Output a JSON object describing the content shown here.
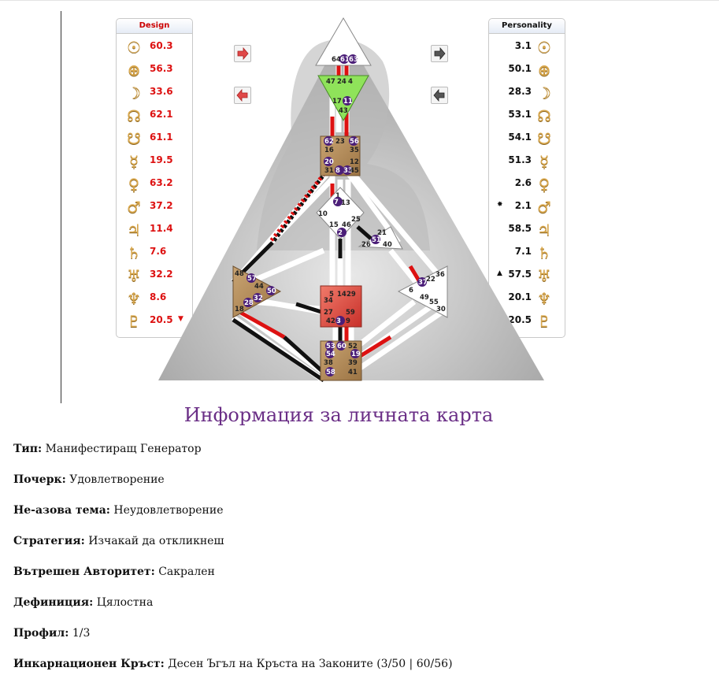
{
  "design": {
    "header": "Design",
    "rows": [
      {
        "planet": "sun-icon",
        "glyph": "☉",
        "value": "60.3",
        "mark": ""
      },
      {
        "planet": "earth-icon",
        "glyph": "⊕",
        "value": "56.3",
        "mark": ""
      },
      {
        "planet": "moon-icon",
        "glyph": "☽",
        "value": "33.6",
        "mark": ""
      },
      {
        "planet": "north-node-icon",
        "glyph": "☊",
        "value": "62.1",
        "mark": ""
      },
      {
        "planet": "south-node-icon",
        "glyph": "☋",
        "value": "61.1",
        "mark": ""
      },
      {
        "planet": "mercury-icon",
        "glyph": "☿",
        "value": "19.5",
        "mark": ""
      },
      {
        "planet": "venus-icon",
        "glyph": "♀",
        "value": "63.2",
        "mark": ""
      },
      {
        "planet": "mars-icon",
        "glyph": "♂",
        "value": "37.2",
        "mark": ""
      },
      {
        "planet": "jupiter-icon",
        "glyph": "♃",
        "value": "11.4",
        "mark": ""
      },
      {
        "planet": "saturn-icon",
        "glyph": "♄",
        "value": "7.6",
        "mark": ""
      },
      {
        "planet": "uranus-icon",
        "glyph": "♅",
        "value": "32.2",
        "mark": ""
      },
      {
        "planet": "neptune-icon",
        "glyph": "♆",
        "value": "8.6",
        "mark": ""
      },
      {
        "planet": "pluto-icon",
        "glyph": "♇",
        "value": "20.5",
        "mark": "▼"
      }
    ]
  },
  "personality": {
    "header": "Personality",
    "rows": [
      {
        "planet": "sun-icon",
        "glyph": "☉",
        "value": "3.1",
        "mark": ""
      },
      {
        "planet": "earth-icon",
        "glyph": "⊕",
        "value": "50.1",
        "mark": ""
      },
      {
        "planet": "moon-icon",
        "glyph": "☽",
        "value": "28.3",
        "mark": ""
      },
      {
        "planet": "north-node-icon",
        "glyph": "☊",
        "value": "53.1",
        "mark": ""
      },
      {
        "planet": "south-node-icon",
        "glyph": "☋",
        "value": "54.1",
        "mark": ""
      },
      {
        "planet": "mercury-icon",
        "glyph": "☿",
        "value": "51.3",
        "mark": ""
      },
      {
        "planet": "venus-icon",
        "glyph": "♀",
        "value": "2.6",
        "mark": ""
      },
      {
        "planet": "mars-icon",
        "glyph": "♂",
        "value": "2.1",
        "mark": "✸"
      },
      {
        "planet": "jupiter-icon",
        "glyph": "♃",
        "value": "58.5",
        "mark": ""
      },
      {
        "planet": "saturn-icon",
        "glyph": "♄",
        "value": "7.1",
        "mark": ""
      },
      {
        "planet": "uranus-icon",
        "glyph": "♅",
        "value": "57.5",
        "mark": "▲"
      },
      {
        "planet": "neptune-icon",
        "glyph": "♆",
        "value": "20.1",
        "mark": ""
      },
      {
        "planet": "pluto-icon",
        "glyph": "♇",
        "value": "20.5",
        "mark": "▼"
      }
    ]
  },
  "colors": {
    "design_red": "#dd1111",
    "title_purple": "#6a2e86",
    "planet_gold": "#d9a84e",
    "center_brown": "#b58d5c",
    "ajna_green": "#8fe35a",
    "spleen_red": "#e0544a"
  },
  "gates": {
    "head": [
      "64",
      "61",
      "63"
    ],
    "ajna": [
      "47",
      "24",
      "4",
      "17",
      "11",
      "43"
    ],
    "throat": [
      "62",
      "23",
      "56",
      "16",
      "35",
      "20",
      "12",
      "31",
      "8",
      "33",
      "45"
    ],
    "g": [
      "1",
      "7",
      "13",
      "10",
      "25",
      "15",
      "46",
      "2"
    ],
    "heart": [
      "21",
      "51",
      "26",
      "40"
    ],
    "spleen": [
      "48",
      "57",
      "44",
      "50",
      "32",
      "28",
      "18"
    ],
    "sacral": [
      "5",
      "14",
      "29",
      "34",
      "27",
      "59",
      "42",
      "3",
      "9"
    ],
    "solar": [
      "36",
      "37",
      "22",
      "6",
      "49",
      "55",
      "30"
    ],
    "root": [
      "53",
      "60",
      "52",
      "54",
      "19",
      "38",
      "39",
      "58",
      "41"
    ]
  },
  "section_title": "Информация за личната карта",
  "info": [
    {
      "label": "Тип:",
      "value": "Манифестиращ Генератор"
    },
    {
      "label": "Почерк:",
      "value": "Удовлетворение"
    },
    {
      "label": "Не-азова тема:",
      "value": "Неудовлетворение"
    },
    {
      "label": "Стратегия:",
      "value": "Изчакай да откликнеш"
    },
    {
      "label": "Вътрешен Авторитет:",
      "value": "Сакрален"
    },
    {
      "label": "Дефиниция:",
      "value": "Цялостна"
    },
    {
      "label": "Профил:",
      "value": "1/3"
    },
    {
      "label": "Инкарнационен Кръст:",
      "value": "Десен Ъгъл на Кръста на Законите (3/50 | 60/56)"
    }
  ]
}
